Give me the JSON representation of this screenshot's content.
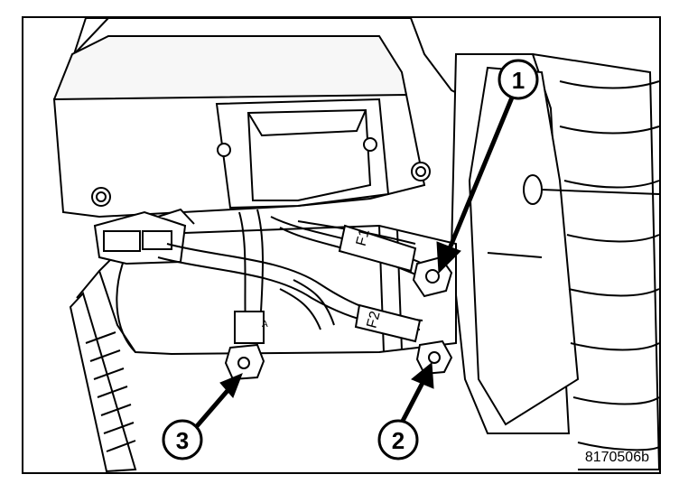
{
  "figure": {
    "figure_id": "8170506b",
    "colors": {
      "ink": "#000000",
      "paper": "#ffffff",
      "shade": "#d9d9d9"
    },
    "callouts": [
      {
        "label": "1",
        "meaning": "upper terminal nut"
      },
      {
        "label": "2",
        "meaning": "lower right terminal nut"
      },
      {
        "label": "3",
        "meaning": "lower left terminal nut"
      }
    ],
    "wire_markings": {
      "f1": "F1",
      "f2": "F2",
      "a": "A"
    }
  }
}
